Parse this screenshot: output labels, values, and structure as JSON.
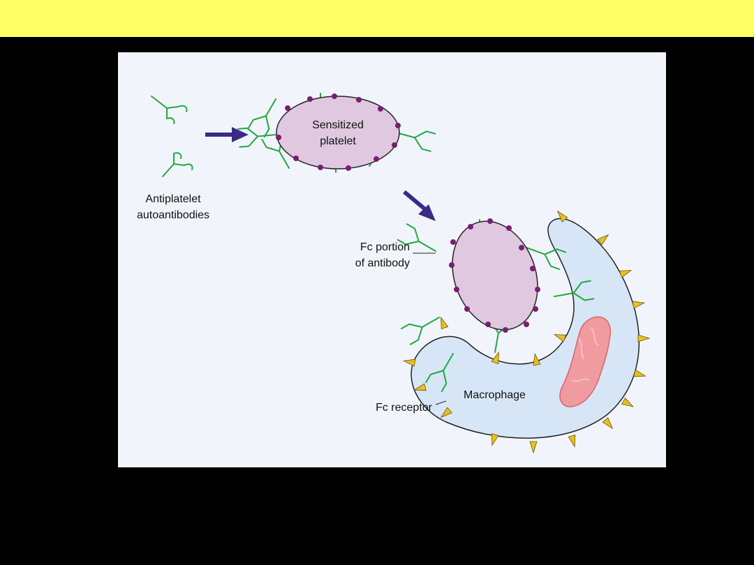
{
  "slide": {
    "title_bar_color": "#ffff66",
    "background_color": "#000000"
  },
  "diagram": {
    "labels": {
      "autoantibodies": "Antiplatelet\nautoantibodies",
      "sensitized_platelet": "Sensitized\nplatelet",
      "fc_portion": "Fc portion\nof antibody",
      "macrophage": "Macrophage",
      "fc_receptor": "Fc receptor"
    },
    "colors": {
      "antibody": "#22a83f",
      "platelet_fill": "#e0c8e0",
      "bound_site": "#7a1e72",
      "arrow": "#3b2b87",
      "macrophage_fill": "#d7e6f6",
      "fc_receptor": "#e8c020",
      "phagosome": "#ef9b9f"
    }
  }
}
